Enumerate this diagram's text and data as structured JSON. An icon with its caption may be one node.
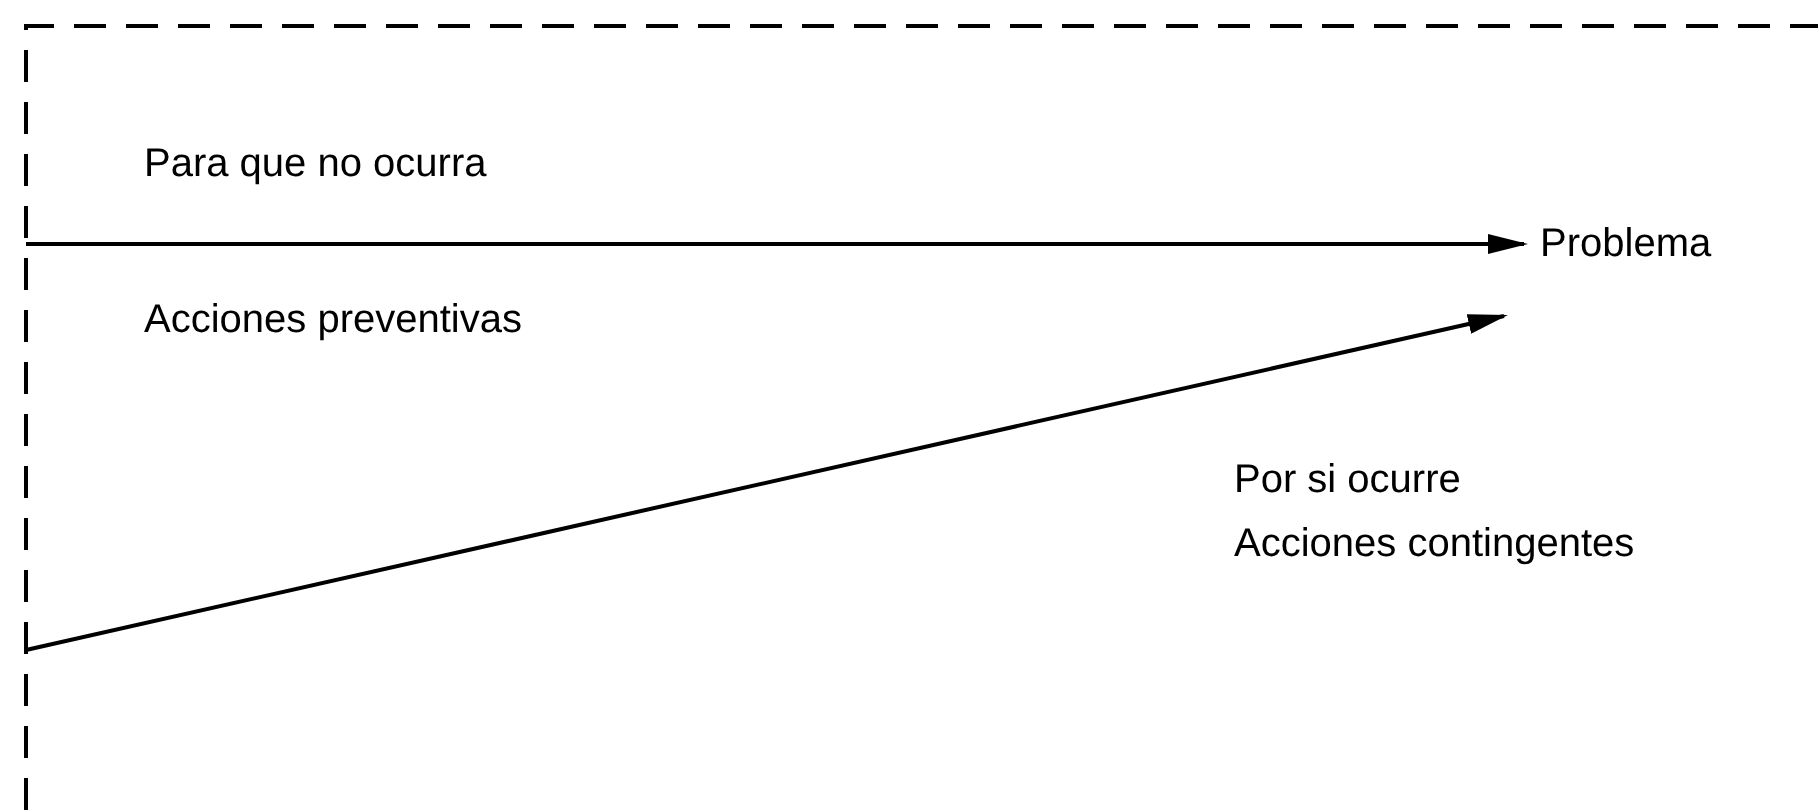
{
  "diagram": {
    "nodes": [
      {
        "text": [],
        "shape": "box"
      },
      {
        "text": [
          "Problema"
        ],
        "in": 0
      }
    ],
    "edges": [
      {
        "from": 0,
        "to": 1,
        "arrow": "to",
        "label": "Para que no ocurra"
      },
      {
        "from": 0,
        "to": 1,
        "arrow": "to",
        "label": "Por si ocurre"
      }
    ],
    "labels": [
      "Acciones preventivas",
      "Acciones contingentes"
    ]
  }
}
